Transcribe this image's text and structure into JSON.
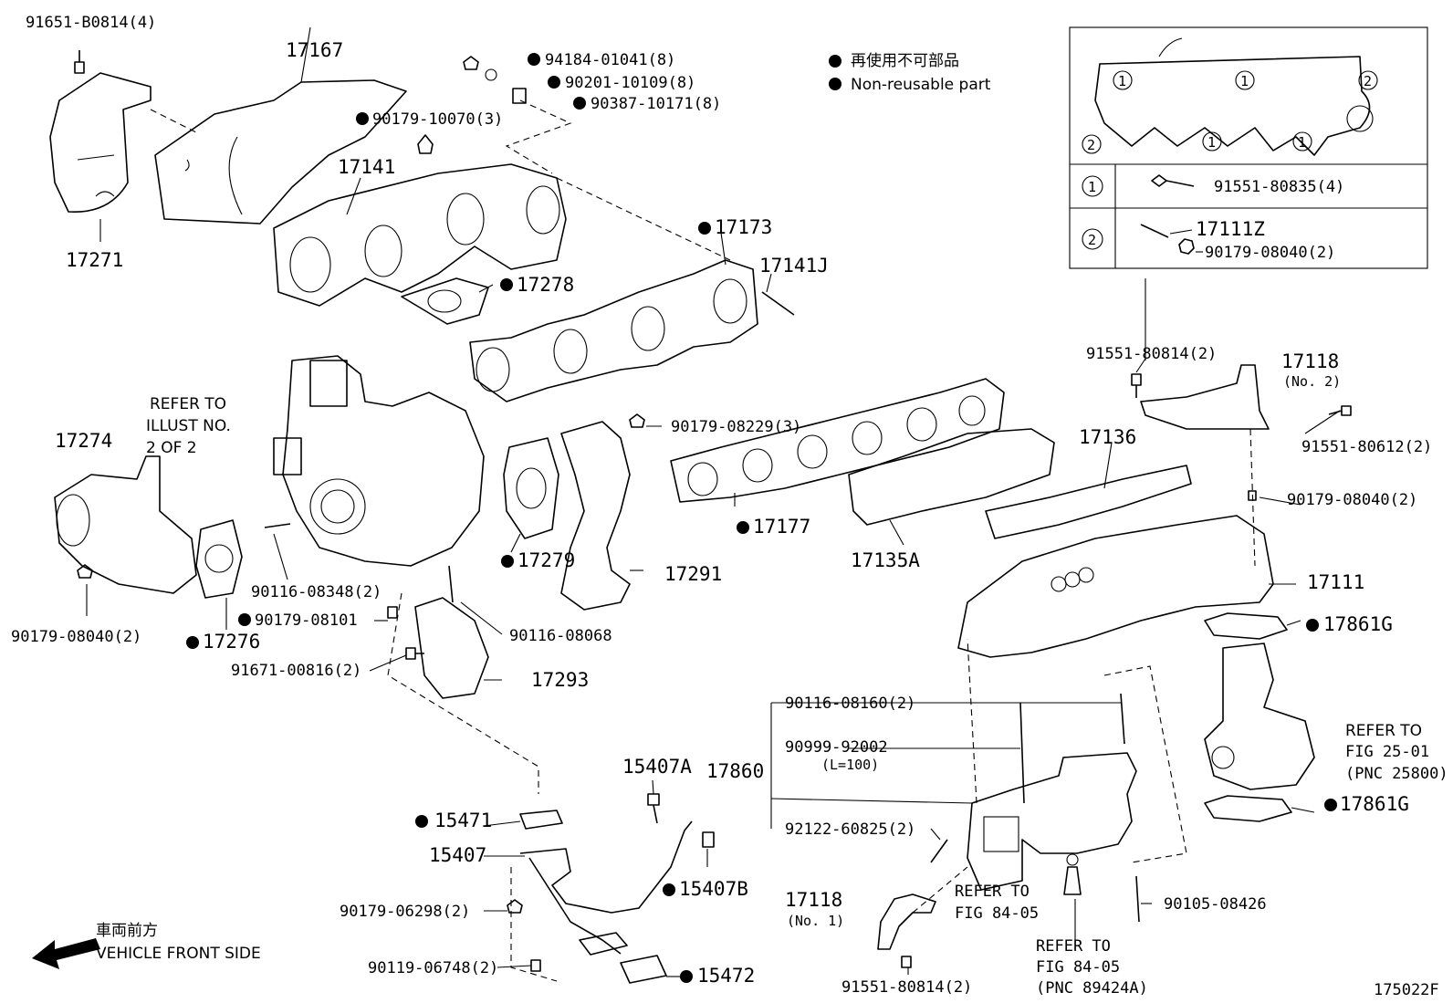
{
  "diagram": {
    "id": "175022F",
    "legend": {
      "jp": "再使用不可部品",
      "en": "Non-reusable part"
    },
    "front_label": {
      "jp": "車両前方",
      "en": "VEHICLE FRONT SIDE"
    },
    "inset": {
      "row1_marker": "1",
      "row1_part": "91551-80835(4)",
      "row2_marker": "2",
      "row2_part_a": "17111Z",
      "row2_part_b": "90179-08040(2)"
    },
    "labels": [
      {
        "text": "91651-B0814(4)"
      },
      {
        "text": "17167"
      },
      {
        "text": "17271"
      },
      {
        "text": "94184-01041(8)"
      },
      {
        "text": "90201-10109(8)"
      },
      {
        "text": "90387-10171(8)"
      },
      {
        "text": "90179-10070(3)"
      },
      {
        "text": "17141"
      },
      {
        "text": "17173"
      },
      {
        "text": "17141J"
      },
      {
        "text": "17278"
      },
      {
        "text": "REFER TO"
      },
      {
        "text": "ILLUST NO."
      },
      {
        "text": "2 OF 2"
      },
      {
        "text": "17274"
      },
      {
        "text": "90179-08229(3)"
      },
      {
        "text": "17177"
      },
      {
        "text": "17279"
      },
      {
        "text": "17291"
      },
      {
        "text": "17135A"
      },
      {
        "text": "17136"
      },
      {
        "text": "91551-80814(2)"
      },
      {
        "text": "17118"
      },
      {
        "text": "(No. 2)"
      },
      {
        "text": "91551-80612(2)"
      },
      {
        "text": "90179-08040(2)"
      },
      {
        "text": "17111"
      },
      {
        "text": "17861G"
      },
      {
        "text": "90116-08348(2)"
      },
      {
        "text": "90179-08101"
      },
      {
        "text": "90179-08040(2)"
      },
      {
        "text": "17276"
      },
      {
        "text": "90116-08068"
      },
      {
        "text": "91671-00816(2)"
      },
      {
        "text": "17293"
      },
      {
        "text": "90116-08160(2)"
      },
      {
        "text": "90999-92002"
      },
      {
        "text": "(L=100)"
      },
      {
        "text": "17860"
      },
      {
        "text": "92122-60825(2)"
      },
      {
        "text": "REFER TO"
      },
      {
        "text": "FIG 25-01"
      },
      {
        "text": "(PNC 25800)"
      },
      {
        "text": "17861G"
      },
      {
        "text": "15407A"
      },
      {
        "text": "15471"
      },
      {
        "text": "15407"
      },
      {
        "text": "15407B"
      },
      {
        "text": "90179-06298(2)"
      },
      {
        "text": "90119-06748(2)"
      },
      {
        "text": "15472"
      },
      {
        "text": "17118"
      },
      {
        "text": "(No. 1)"
      },
      {
        "text": "REFER TO"
      },
      {
        "text": "FIG 84-05"
      },
      {
        "text": "REFER TO"
      },
      {
        "text": "FIG 84-05"
      },
      {
        "text": "(PNC 89424A)"
      },
      {
        "text": "90105-08426"
      },
      {
        "text": "91551-80814(2)"
      }
    ]
  }
}
